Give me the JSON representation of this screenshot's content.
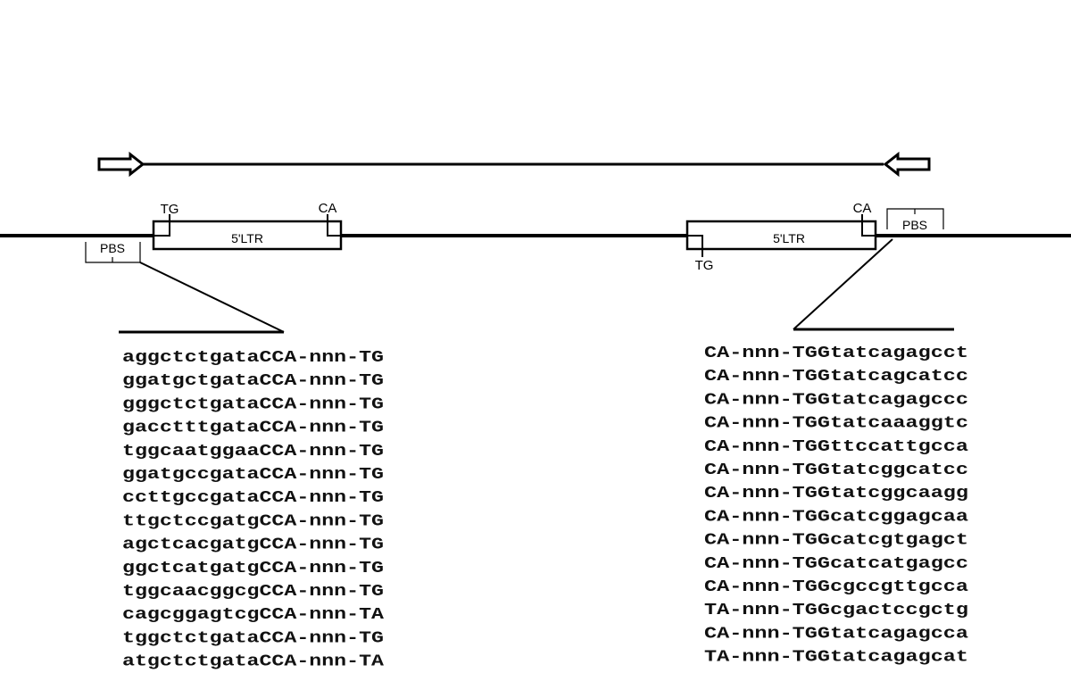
{
  "diagram": {
    "left_element": {
      "tg_label": "TG",
      "ca_label": "CA",
      "ltr_label": "5'LTR",
      "pbs_label": "PBS"
    },
    "right_element": {
      "tg_label": "TG",
      "ca_label": "CA",
      "ltr_label": "5'LTR",
      "pbs_label": "PBS"
    }
  },
  "sequences": {
    "left": [
      "aggctctgataCCA-nnn-TG",
      "ggatgctgataCCA-nnn-TG",
      "gggctctgataCCA-nnn-TG",
      "gacctttgataCCA-nnn-TG",
      "tggcaatggaaCCA-nnn-TG",
      "ggatgccgataCCA-nnn-TG",
      "ccttgccgataCCA-nnn-TG",
      "ttgctccgatgCCA-nnn-TG",
      "agctcacgatgCCA-nnn-TG",
      "ggctcatgatgCCA-nnn-TG",
      "tggcaacggcgCCA-nnn-TG",
      "cagcggagtcgCCA-nnn-TA",
      "tggctctgataCCA-nnn-TG",
      "atgctctgataCCA-nnn-TA"
    ],
    "right": [
      "CA-nnn-TGGtatcagagcct",
      "CA-nnn-TGGtatcagcatcc",
      "CA-nnn-TGGtatcagagccc",
      "CA-nnn-TGGtatcaaaggtc",
      "CA-nnn-TGGttccattgcca",
      "CA-nnn-TGGtatcggcatcc",
      "CA-nnn-TGGtatcggcaagg",
      "CA-nnn-TGGcatcggagcaa",
      "CA-nnn-TGGcatcgtgagct",
      "CA-nnn-TGGcatcatgagcc",
      "CA-nnn-TGGcgccgttgcca",
      "TA-nnn-TGGcgactccgctg",
      "CA-nnn-TGGtatcagagcca",
      "TA-nnn-TGGtatcagagcat"
    ]
  }
}
